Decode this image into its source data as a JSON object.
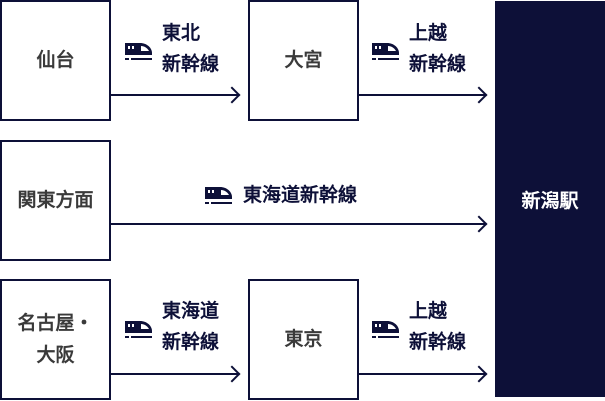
{
  "colors": {
    "navy": "#0d1038",
    "text": "#3a3a3a",
    "background": "#ffffff"
  },
  "destination": {
    "label": "新潟駅"
  },
  "routes": [
    {
      "origin": "仙台",
      "legs": [
        {
          "line_lines": [
            "東北",
            "新幹線"
          ],
          "icon": "shinkansen-train-icon"
        },
        {
          "line_lines": [
            "上越",
            "新幹線"
          ],
          "icon": "shinkansen-train-icon"
        }
      ],
      "transfer": "大宮"
    },
    {
      "origin": "関東方面",
      "legs": [
        {
          "line": "東海道新幹線",
          "icon": "shinkansen-train-icon"
        }
      ]
    },
    {
      "origin_lines": [
        "名古屋・",
        "大阪"
      ],
      "legs": [
        {
          "line_lines": [
            "東海道",
            "新幹線"
          ],
          "icon": "shinkansen-train-icon"
        },
        {
          "line_lines": [
            "上越",
            "新幹線"
          ],
          "icon": "shinkansen-train-icon"
        }
      ],
      "transfer": "東京"
    }
  ]
}
